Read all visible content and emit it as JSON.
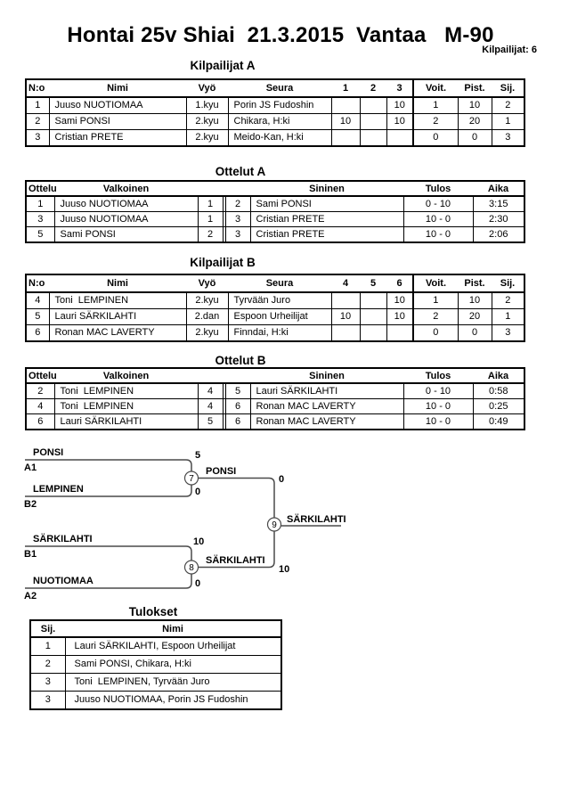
{
  "header": {
    "title": "Hontai 25v Shiai  21.3.2015  Vantaa   M-90",
    "participants": "Kilpailijat: 6"
  },
  "colors": {
    "text": "#000000",
    "background": "#ffffff",
    "bracket_line": "#4a4a4a"
  },
  "pools": {
    "headers": {
      "no": "N:o",
      "name": "Nimi",
      "belt": "Vyö",
      "club": "Seura",
      "wins": "Voit.",
      "points": "Pist.",
      "place": "Sij."
    },
    "a": {
      "title": "Kilpailijat A",
      "cols": [
        "1",
        "2",
        "3"
      ],
      "rows": [
        {
          "no": "1",
          "name": "Juuso NUOTIOMAA",
          "belt": "1.kyu",
          "club": "Porin JS Fudoshin",
          "m1": "",
          "m2": "",
          "m3": "10",
          "wins": "1",
          "points": "10",
          "place": "2"
        },
        {
          "no": "2",
          "name": "Sami PONSI",
          "belt": "2.kyu",
          "club": "Chikara, H:ki",
          "m1": "10",
          "m2": "",
          "m3": "10",
          "wins": "2",
          "points": "20",
          "place": "1"
        },
        {
          "no": "3",
          "name": "Cristian PRETE",
          "belt": "2.kyu",
          "club": "Meido-Kan, H:ki",
          "m1": "",
          "m2": "",
          "m3": "",
          "wins": "0",
          "points": "0",
          "place": "3"
        }
      ]
    },
    "b": {
      "title": "Kilpailijat B",
      "cols": [
        "4",
        "5",
        "6"
      ],
      "rows": [
        {
          "no": "4",
          "name": "Toni  LEMPINEN",
          "belt": "2.kyu",
          "club": "Tyrvään Juro",
          "m1": "",
          "m2": "",
          "m3": "10",
          "wins": "1",
          "points": "10",
          "place": "2"
        },
        {
          "no": "5",
          "name": "Lauri SÄRKILAHTI",
          "belt": "2.dan",
          "club": "Espoon Urheilijat",
          "m1": "10",
          "m2": "",
          "m3": "10",
          "wins": "2",
          "points": "20",
          "place": "1"
        },
        {
          "no": "6",
          "name": "Ronan MAC LAVERTY",
          "belt": "2.kyu",
          "club": "Finndai, H:ki",
          "m1": "",
          "m2": "",
          "m3": "",
          "wins": "0",
          "points": "0",
          "place": "3"
        }
      ]
    }
  },
  "matches": {
    "headers": {
      "match": "Ottelu",
      "white": "Valkoinen",
      "blue": "Sininen",
      "result": "Tulos",
      "time": "Aika"
    },
    "a": {
      "title": "Ottelut A",
      "rows": [
        {
          "no": "1",
          "white": "Juuso NUOTIOMAA",
          "wno": "1",
          "bno": "2",
          "blue": "Sami PONSI",
          "result": "0 - 10",
          "time": "3:15"
        },
        {
          "no": "3",
          "white": "Juuso NUOTIOMAA",
          "wno": "1",
          "bno": "3",
          "blue": "Cristian PRETE",
          "result": "10 - 0",
          "time": "2:30"
        },
        {
          "no": "5",
          "white": "Sami PONSI",
          "wno": "2",
          "bno": "3",
          "blue": "Cristian PRETE",
          "result": "10 - 0",
          "time": "2:06"
        }
      ]
    },
    "b": {
      "title": "Ottelut B",
      "rows": [
        {
          "no": "2",
          "white": "Toni  LEMPINEN",
          "wno": "4",
          "bno": "5",
          "blue": "Lauri SÄRKILAHTI",
          "result": "0 - 10",
          "time": "0:58"
        },
        {
          "no": "4",
          "white": "Toni  LEMPINEN",
          "wno": "4",
          "bno": "6",
          "blue": "Ronan MAC LAVERTY",
          "result": "10 - 0",
          "time": "0:25"
        },
        {
          "no": "6",
          "white": "Lauri SÄRKILAHTI",
          "wno": "5",
          "bno": "6",
          "blue": "Ronan MAC LAVERTY",
          "result": "10 - 0",
          "time": "0:49"
        }
      ]
    }
  },
  "bracket": {
    "semi1": {
      "match_no": "7",
      "top_name": "PONSI",
      "top_seed": "A1",
      "top_score": "5",
      "bottom_name": "LEMPINEN",
      "bottom_seed": "B2",
      "bottom_score": "0",
      "winner_name": "PONSI",
      "winner_score": "0"
    },
    "semi2": {
      "match_no": "8",
      "top_name": "SÄRKILAHTI",
      "top_seed": "B1",
      "top_score": "10",
      "bottom_name": "NUOTIOMAA",
      "bottom_seed": "A2",
      "bottom_score": "0",
      "winner_name": "SÄRKILAHTI",
      "winner_score": "10"
    },
    "final": {
      "match_no": "9",
      "winner_name": "SÄRKILAHTI"
    }
  },
  "results": {
    "title": "Tulokset",
    "headers": {
      "place": "Sij.",
      "name": "Nimi"
    },
    "rows": [
      {
        "place": "1",
        "name": "Lauri SÄRKILAHTI, Espoon Urheilijat"
      },
      {
        "place": "2",
        "name": "Sami PONSI, Chikara, H:ki"
      },
      {
        "place": "3",
        "name": "Toni  LEMPINEN, Tyrvään Juro"
      },
      {
        "place": "3",
        "name": "Juuso NUOTIOMAA, Porin JS Fudoshin"
      }
    ]
  }
}
